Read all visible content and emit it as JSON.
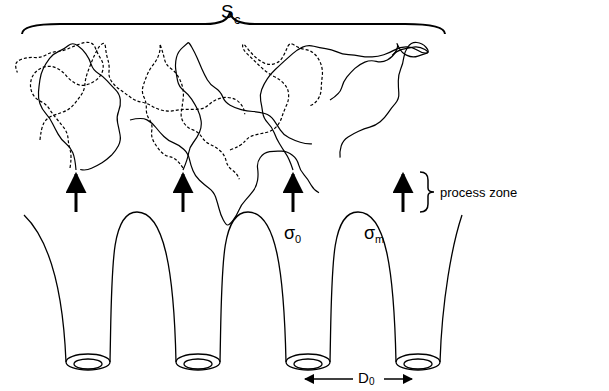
{
  "diagram": {
    "labels": [
      "S",
      "c",
      "process zone",
      "σ",
      "0",
      "σ",
      "m",
      "D",
      "0"
    ]
  }
}
